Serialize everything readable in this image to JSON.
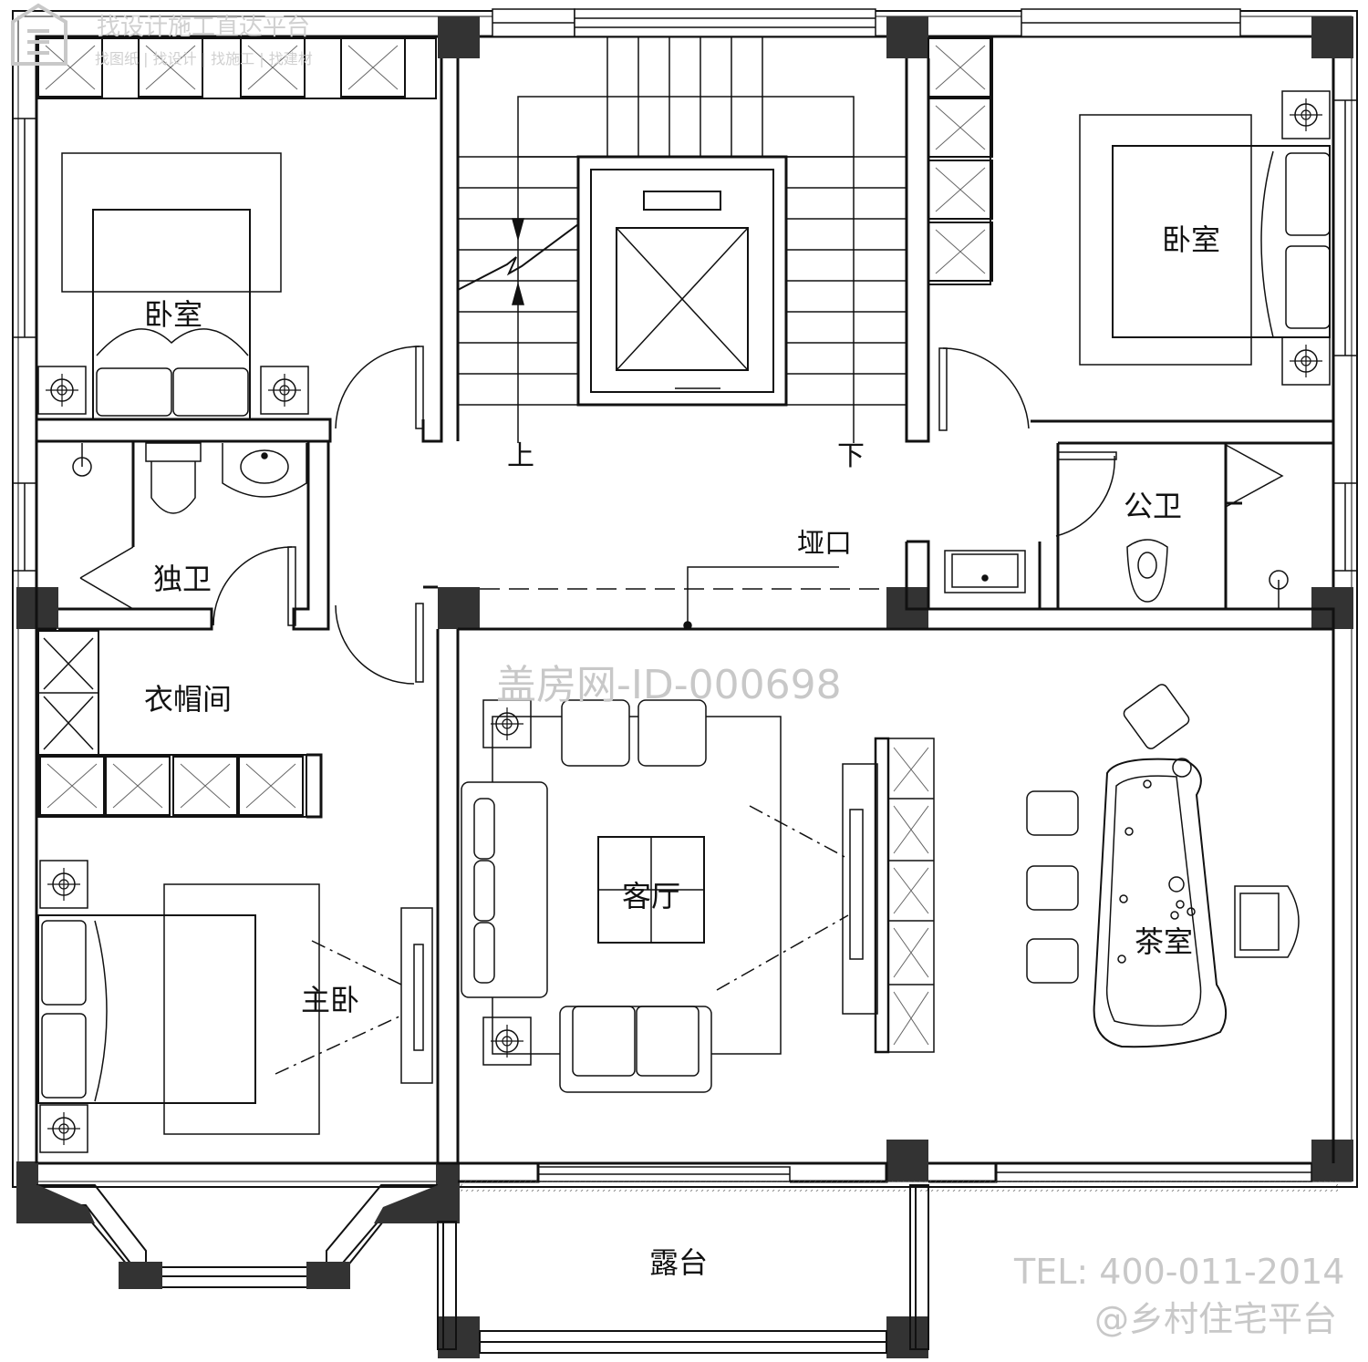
{
  "rooms": {
    "bedroom_nw": "卧室",
    "bedroom_ne": "卧室",
    "private_bath": "独卫",
    "public_bath": "公卫",
    "cloakroom": "衣帽间",
    "master_bedroom": "主卧",
    "living_room": "客厅",
    "tea_room": "茶室",
    "terrace": "露台"
  },
  "notes": {
    "stair_up": "上",
    "stair_down": "下",
    "beam_opening": "垭口"
  },
  "watermarks": {
    "id": "盖房网-ID-000698",
    "tel": "TEL: 400-011-2014",
    "handle": "@乡村住宅平台",
    "logo_title": "找设计施工直达平台",
    "logo_tagline": "找图纸 | 找设计 | 找施工 | 找建材"
  },
  "colors": {
    "line": "#111111",
    "column": "#333333",
    "watermark": "#c8c8c8"
  }
}
